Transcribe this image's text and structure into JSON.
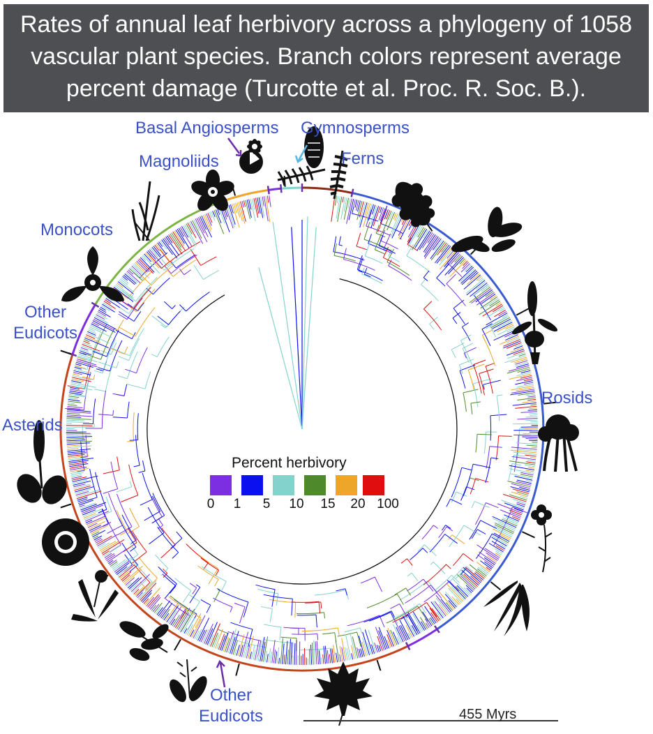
{
  "title": {
    "lines": [
      "Rates of annual leaf herbivory across a phylogeny of 1058",
      "vascular plant species. Branch colors represent average",
      "percent damage (Turcotte et al. Proc. R. Soc. B.)."
    ]
  },
  "clades": {
    "basal_angiosperms": "Basal Angiosperms",
    "gymnosperms": "Gymnosperms",
    "ferns": "Ferns",
    "magnoliids": "Magnoliids",
    "monocots": "Monocots",
    "other_eudicots_top_1": "Other",
    "other_eudicots_top_2": "Eudicots",
    "asterids": "Asterids",
    "rosids": "Rosids",
    "other_eudicots_bottom_1": "Other",
    "other_eudicots_bottom_2": "Eudicots"
  },
  "legend": {
    "title": "Percent herbivory",
    "colors": [
      "#7b2fe0",
      "#0a10f0",
      "#84d2cc",
      "#4e8a2c",
      "#eea62a",
      "#e00e0e"
    ],
    "ticks": [
      "0",
      "1",
      "5",
      "10",
      "15",
      "20",
      "100"
    ]
  },
  "scale_bar": {
    "label": "455 Myrs"
  },
  "clade_colors": {
    "ferns": "#8b2a12",
    "gymnosperms": "#84d2cc",
    "basal": "#7b2fe0",
    "magnoliids": "#eea62a",
    "monocots": "#7cb342",
    "other_eudicots": "#7b2fe0",
    "asterids": "#c4441c",
    "rosids": "#3a5bd0"
  }
}
